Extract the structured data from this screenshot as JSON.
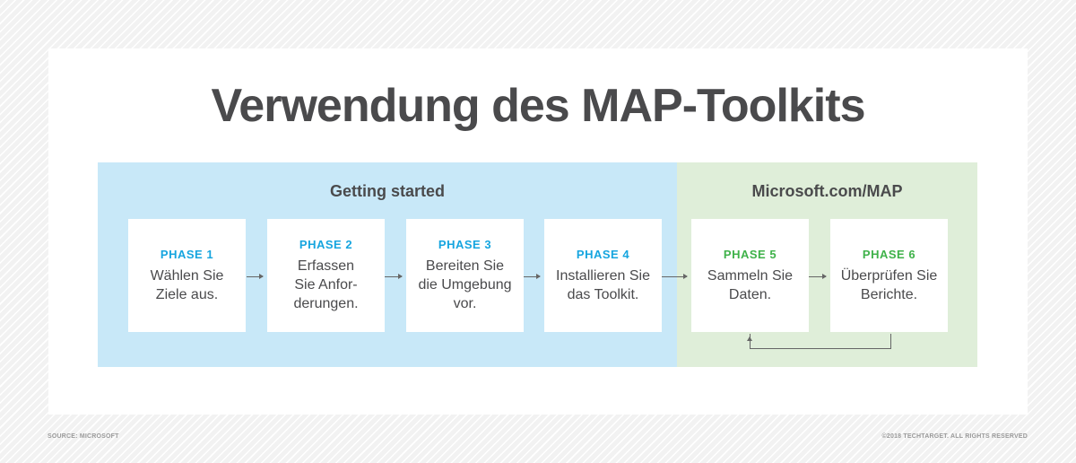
{
  "title": "Verwendung des MAP-Toolkits",
  "groups": [
    {
      "label": "Getting started",
      "color": "#c8e8f8"
    },
    {
      "label": "Microsoft.com/MAP",
      "color": "#dfeed9"
    }
  ],
  "phases": [
    {
      "label": "PHASE 1",
      "text": "Wählen Sie\nZiele aus."
    },
    {
      "label": "PHASE 2",
      "text": "Erfassen\nSie Anfor-\nderungen."
    },
    {
      "label": "PHASE 3",
      "text": "Bereiten Sie\ndie Umgebung\nvor."
    },
    {
      "label": "PHASE 4",
      "text": "Installieren Sie\ndas Toolkit."
    },
    {
      "label": "PHASE 5",
      "text": "Sammeln Sie\nDaten."
    },
    {
      "label": "PHASE 6",
      "text": "Überprüfen Sie\nBerichte."
    }
  ],
  "footer": {
    "source": "SOURCE: MICROSOFT",
    "copyright": "©2018 TECHTARGET. ALL RIGHTS RESERVED"
  }
}
